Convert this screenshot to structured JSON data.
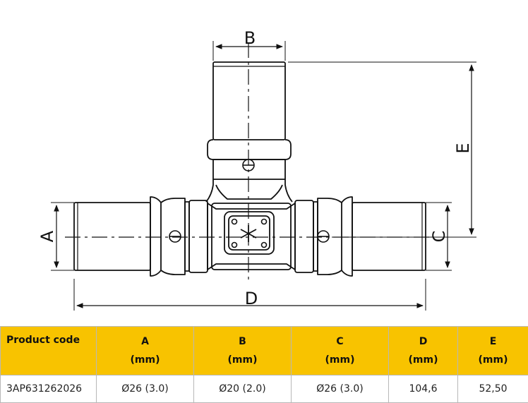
{
  "drawing": {
    "dimension_labels": {
      "a": "A",
      "b": "B",
      "c": "C",
      "d": "D",
      "e": "E"
    }
  },
  "table": {
    "headers": [
      {
        "label": "Product code",
        "unit": ""
      },
      {
        "label": "A",
        "unit": "(mm)"
      },
      {
        "label": "B",
        "unit": "(mm)"
      },
      {
        "label": "C",
        "unit": "(mm)"
      },
      {
        "label": "D",
        "unit": "(mm)"
      },
      {
        "label": "E",
        "unit": "(mm)"
      }
    ],
    "row": [
      "3AP631262026",
      "Ø26 (3.0)",
      "Ø20 (2.0)",
      "Ø26 (3.0)",
      "104,6",
      "52,50"
    ]
  },
  "colors": {
    "header_bg": "#f8c300",
    "line": "#111111",
    "border": "#b8b8b8"
  }
}
